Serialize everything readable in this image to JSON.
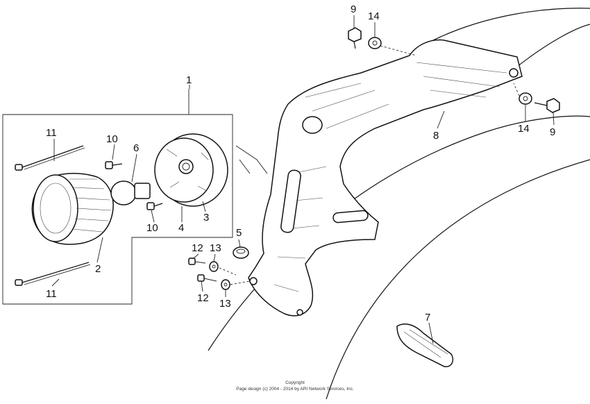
{
  "callouts": {
    "c1": "1",
    "c2": "2",
    "c3": "3",
    "c4": "4",
    "c5": "5",
    "c6": "6",
    "c7": "7",
    "c8": "8",
    "c9_top": "9",
    "c9_right": "9",
    "c10_top": "10",
    "c10_bottom": "10",
    "c11_top": "11",
    "c11_bottom": "11",
    "c12_top": "12",
    "c12_bottom": "12",
    "c13_top": "13",
    "c13_bottom": "13",
    "c14_top": "14",
    "c14_right": "14"
  },
  "copyright": {
    "line1": "Copyright",
    "line2": "Page design (c) 2004 - 2014 by ARI Network Services, Inc."
  }
}
